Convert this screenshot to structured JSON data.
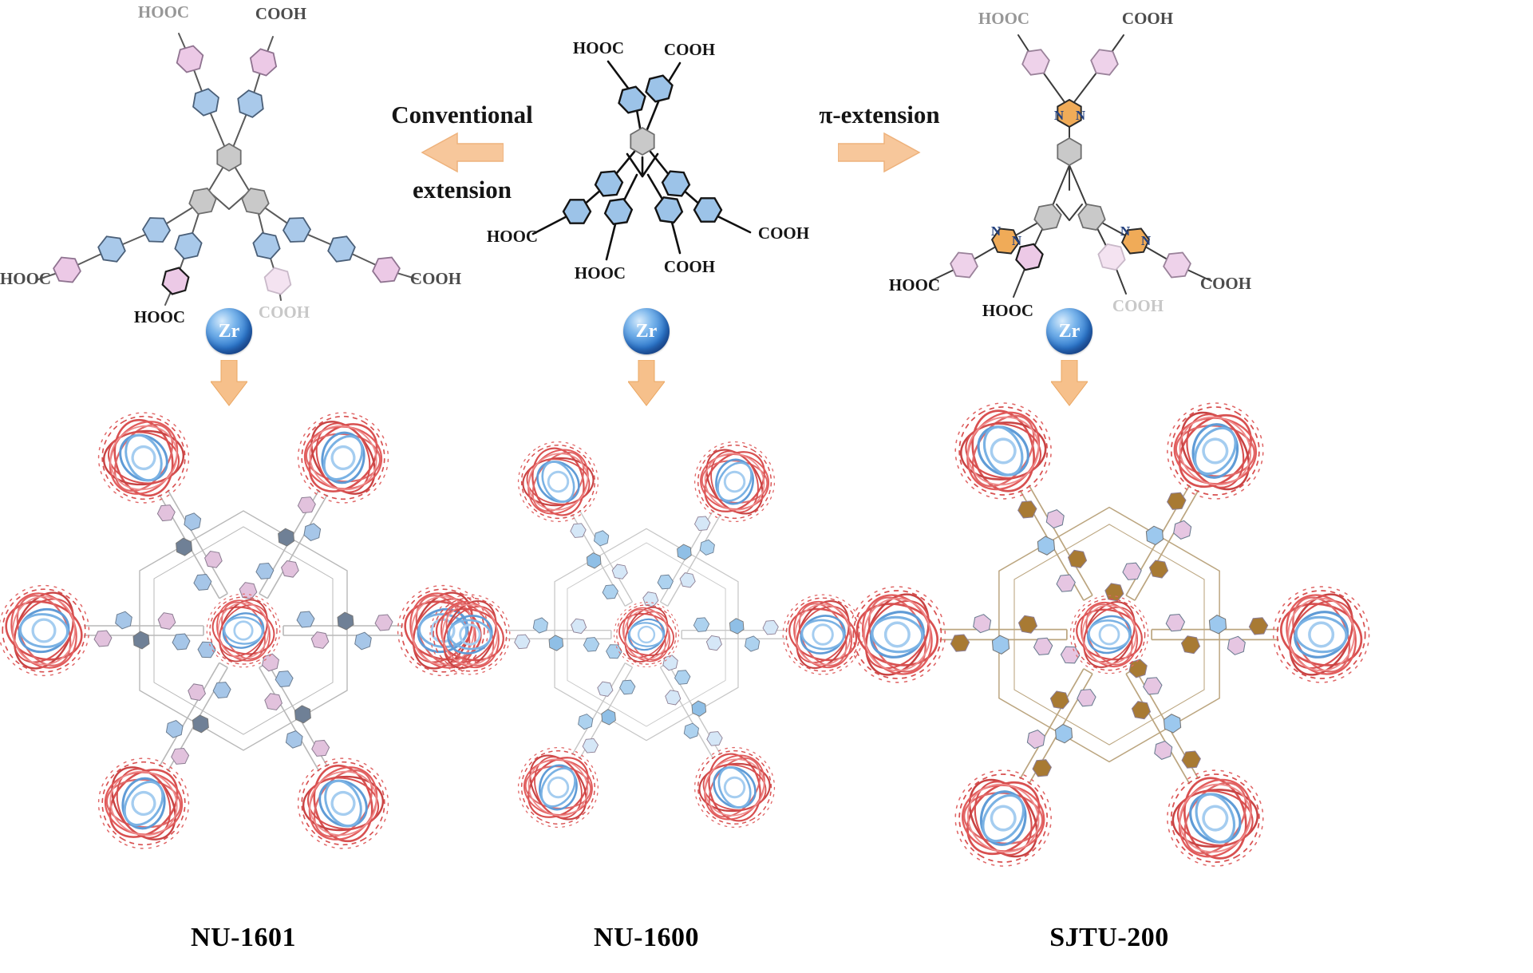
{
  "scheme": {
    "left_label": {
      "line1": "Conventional",
      "line2": "extension"
    },
    "right_label": "π-extension",
    "zr": "Zr",
    "mofs": {
      "left": "NU-1601",
      "center": "NU-1600",
      "right": "SJTU-200"
    },
    "molecules": {
      "left": {
        "top_left": "HOOC",
        "top_right": "COOH",
        "mid_left": "HOOC",
        "mid_right": "COOH",
        "bottom_left": "HOOC",
        "bottom_right": "COOH"
      },
      "center": {
        "top_left": "HOOC",
        "top_right": "COOH",
        "mid_left": "HOOC",
        "mid_right": "COOH",
        "bottom_left": "HOOC",
        "bottom_right": "COOH"
      },
      "right": {
        "top_left": "HOOC",
        "top_right": "COOH",
        "mid_left": "HOOC",
        "mid_right": "COOH",
        "bottom_left": "HOOC",
        "bottom_right": "COOH",
        "n": "N"
      }
    }
  },
  "colors": {
    "ring_blue": "#a9c9ea",
    "ring_pink": "#ecc9e6",
    "ring_gray": "#c8c8c8",
    "ring_orange": "#efab58",
    "arrow_orange": "#f7c79b",
    "zr_blue": "#2e7bd0",
    "cluster_red": "#d85050",
    "cluster_blue": "#7ab2e4"
  }
}
